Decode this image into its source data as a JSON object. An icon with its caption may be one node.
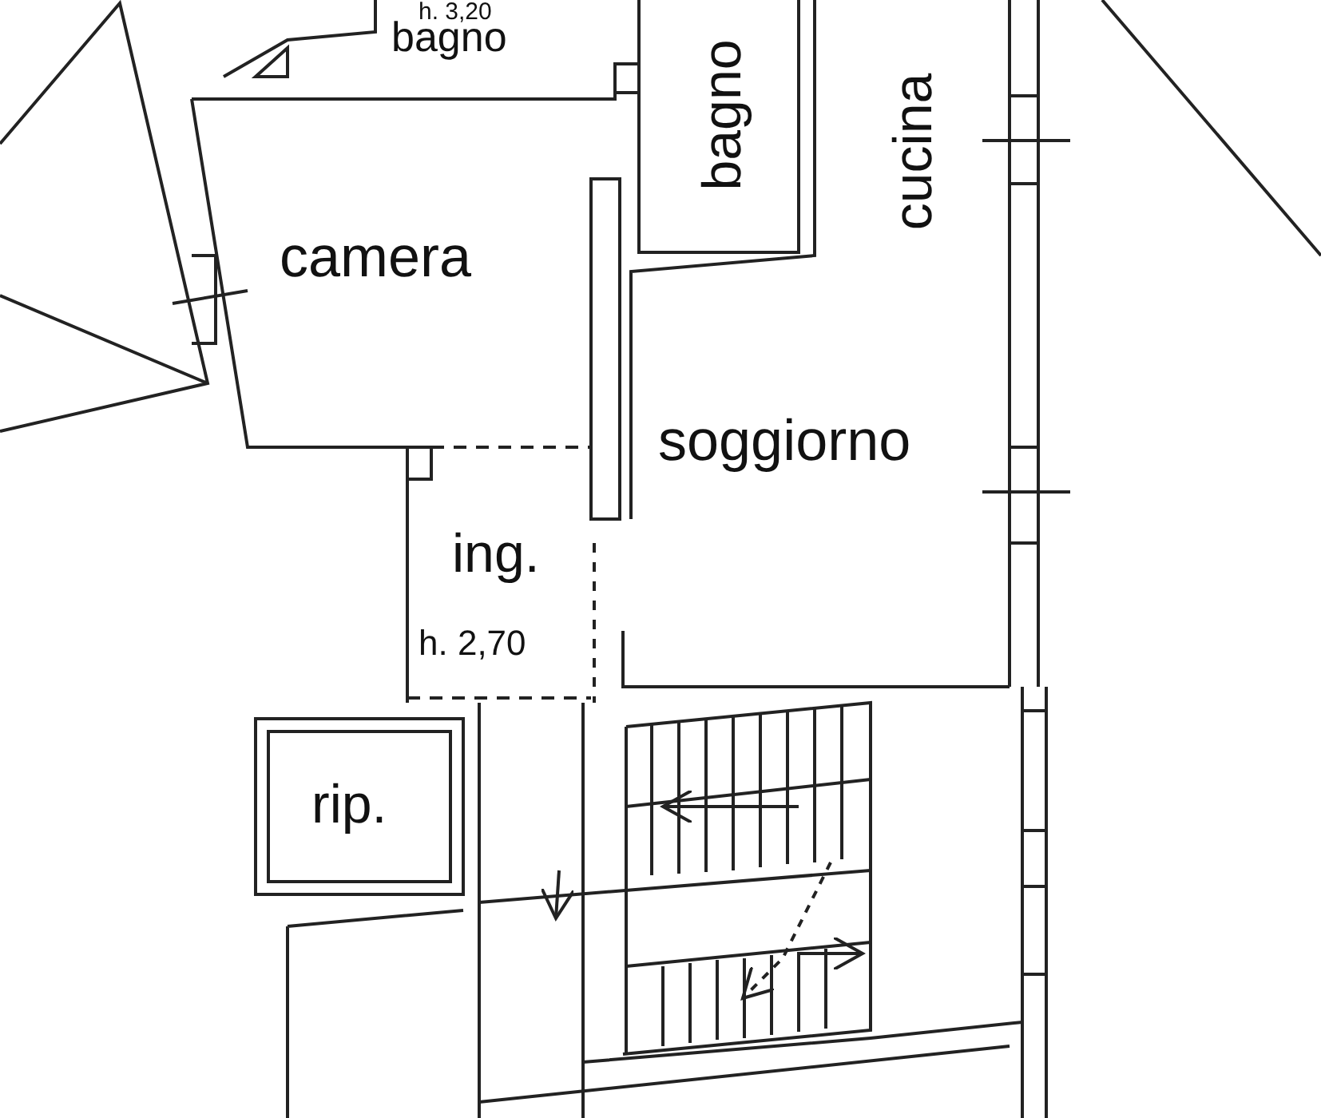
{
  "diagram": {
    "labels": [
      "h. 3,20",
      "bagno",
      "bagno",
      "cucina",
      "camera",
      "soggiorno",
      "ing.",
      "h. 2,70",
      "rip."
    ]
  }
}
